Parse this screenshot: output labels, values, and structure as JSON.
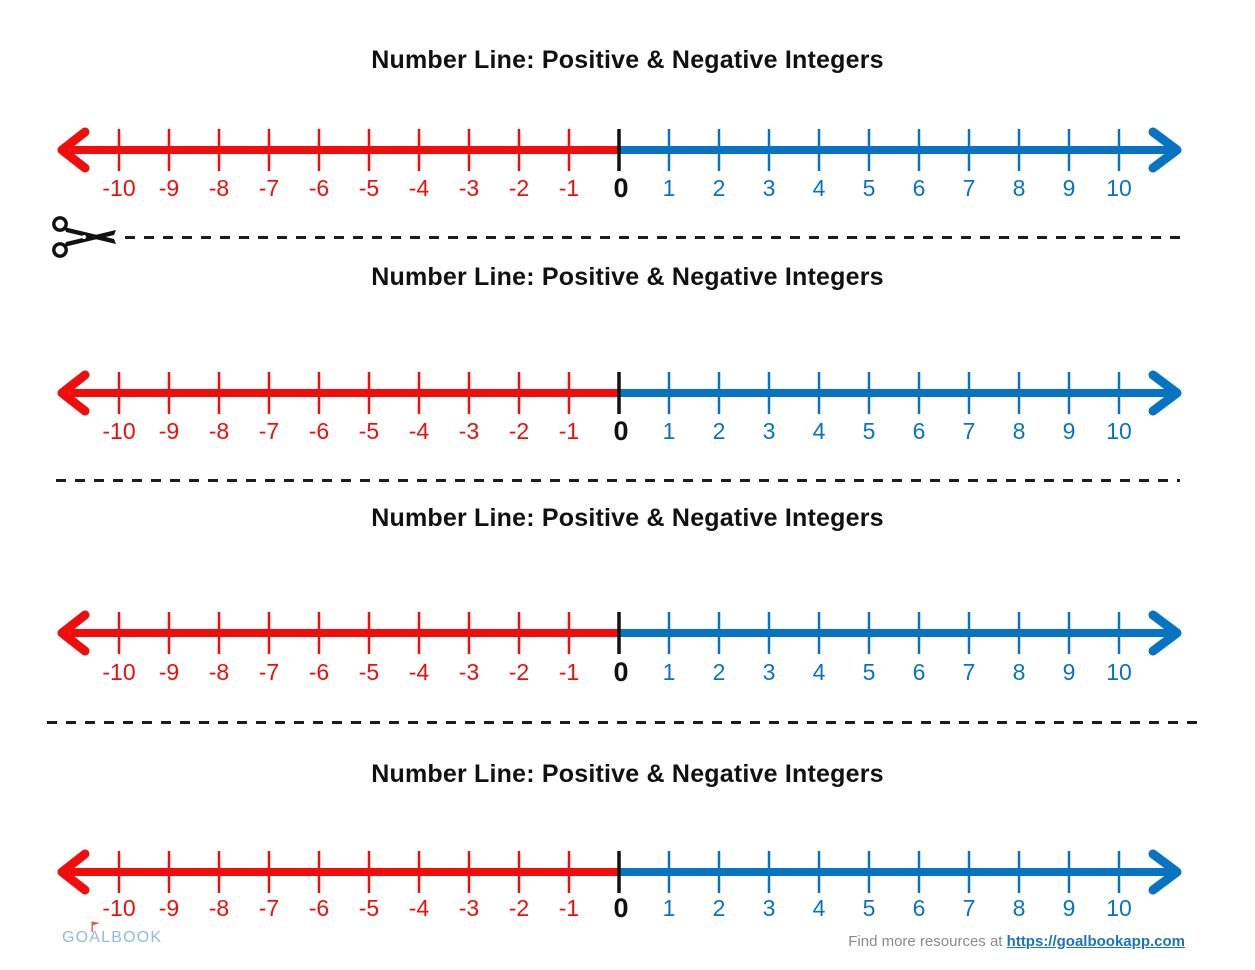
{
  "page": {
    "background": "#ffffff"
  },
  "sections": [
    {
      "title": "Number Line: Positive & Negative Integers"
    },
    {
      "title": "Number Line: Positive & Negative Integers"
    },
    {
      "title": "Number Line: Positive & Negative Integers"
    },
    {
      "title": "Number Line: Positive & Negative Integers"
    }
  ],
  "number_line": {
    "negative_labels": [
      "-10",
      "-9",
      "-8",
      "-7",
      "-6",
      "-5",
      "-4",
      "-3",
      "-2",
      "-1"
    ],
    "zero_label": "0",
    "positive_labels": [
      "1",
      "2",
      "3",
      "4",
      "5",
      "6",
      "7",
      "8",
      "9",
      "10"
    ],
    "colors": {
      "negative": "#F20D0D",
      "positive": "#0873C2",
      "zero": "#111111"
    }
  },
  "footer": {
    "logo": {
      "pre": "GO",
      "a": "A",
      "post": "LBOOK",
      "color": "#8FBCDB",
      "flag_color": "#E2574C"
    },
    "find_text": "Find more resources at",
    "link_text": "https://goalbookapp.com",
    "link_color": "#1B74BE"
  }
}
